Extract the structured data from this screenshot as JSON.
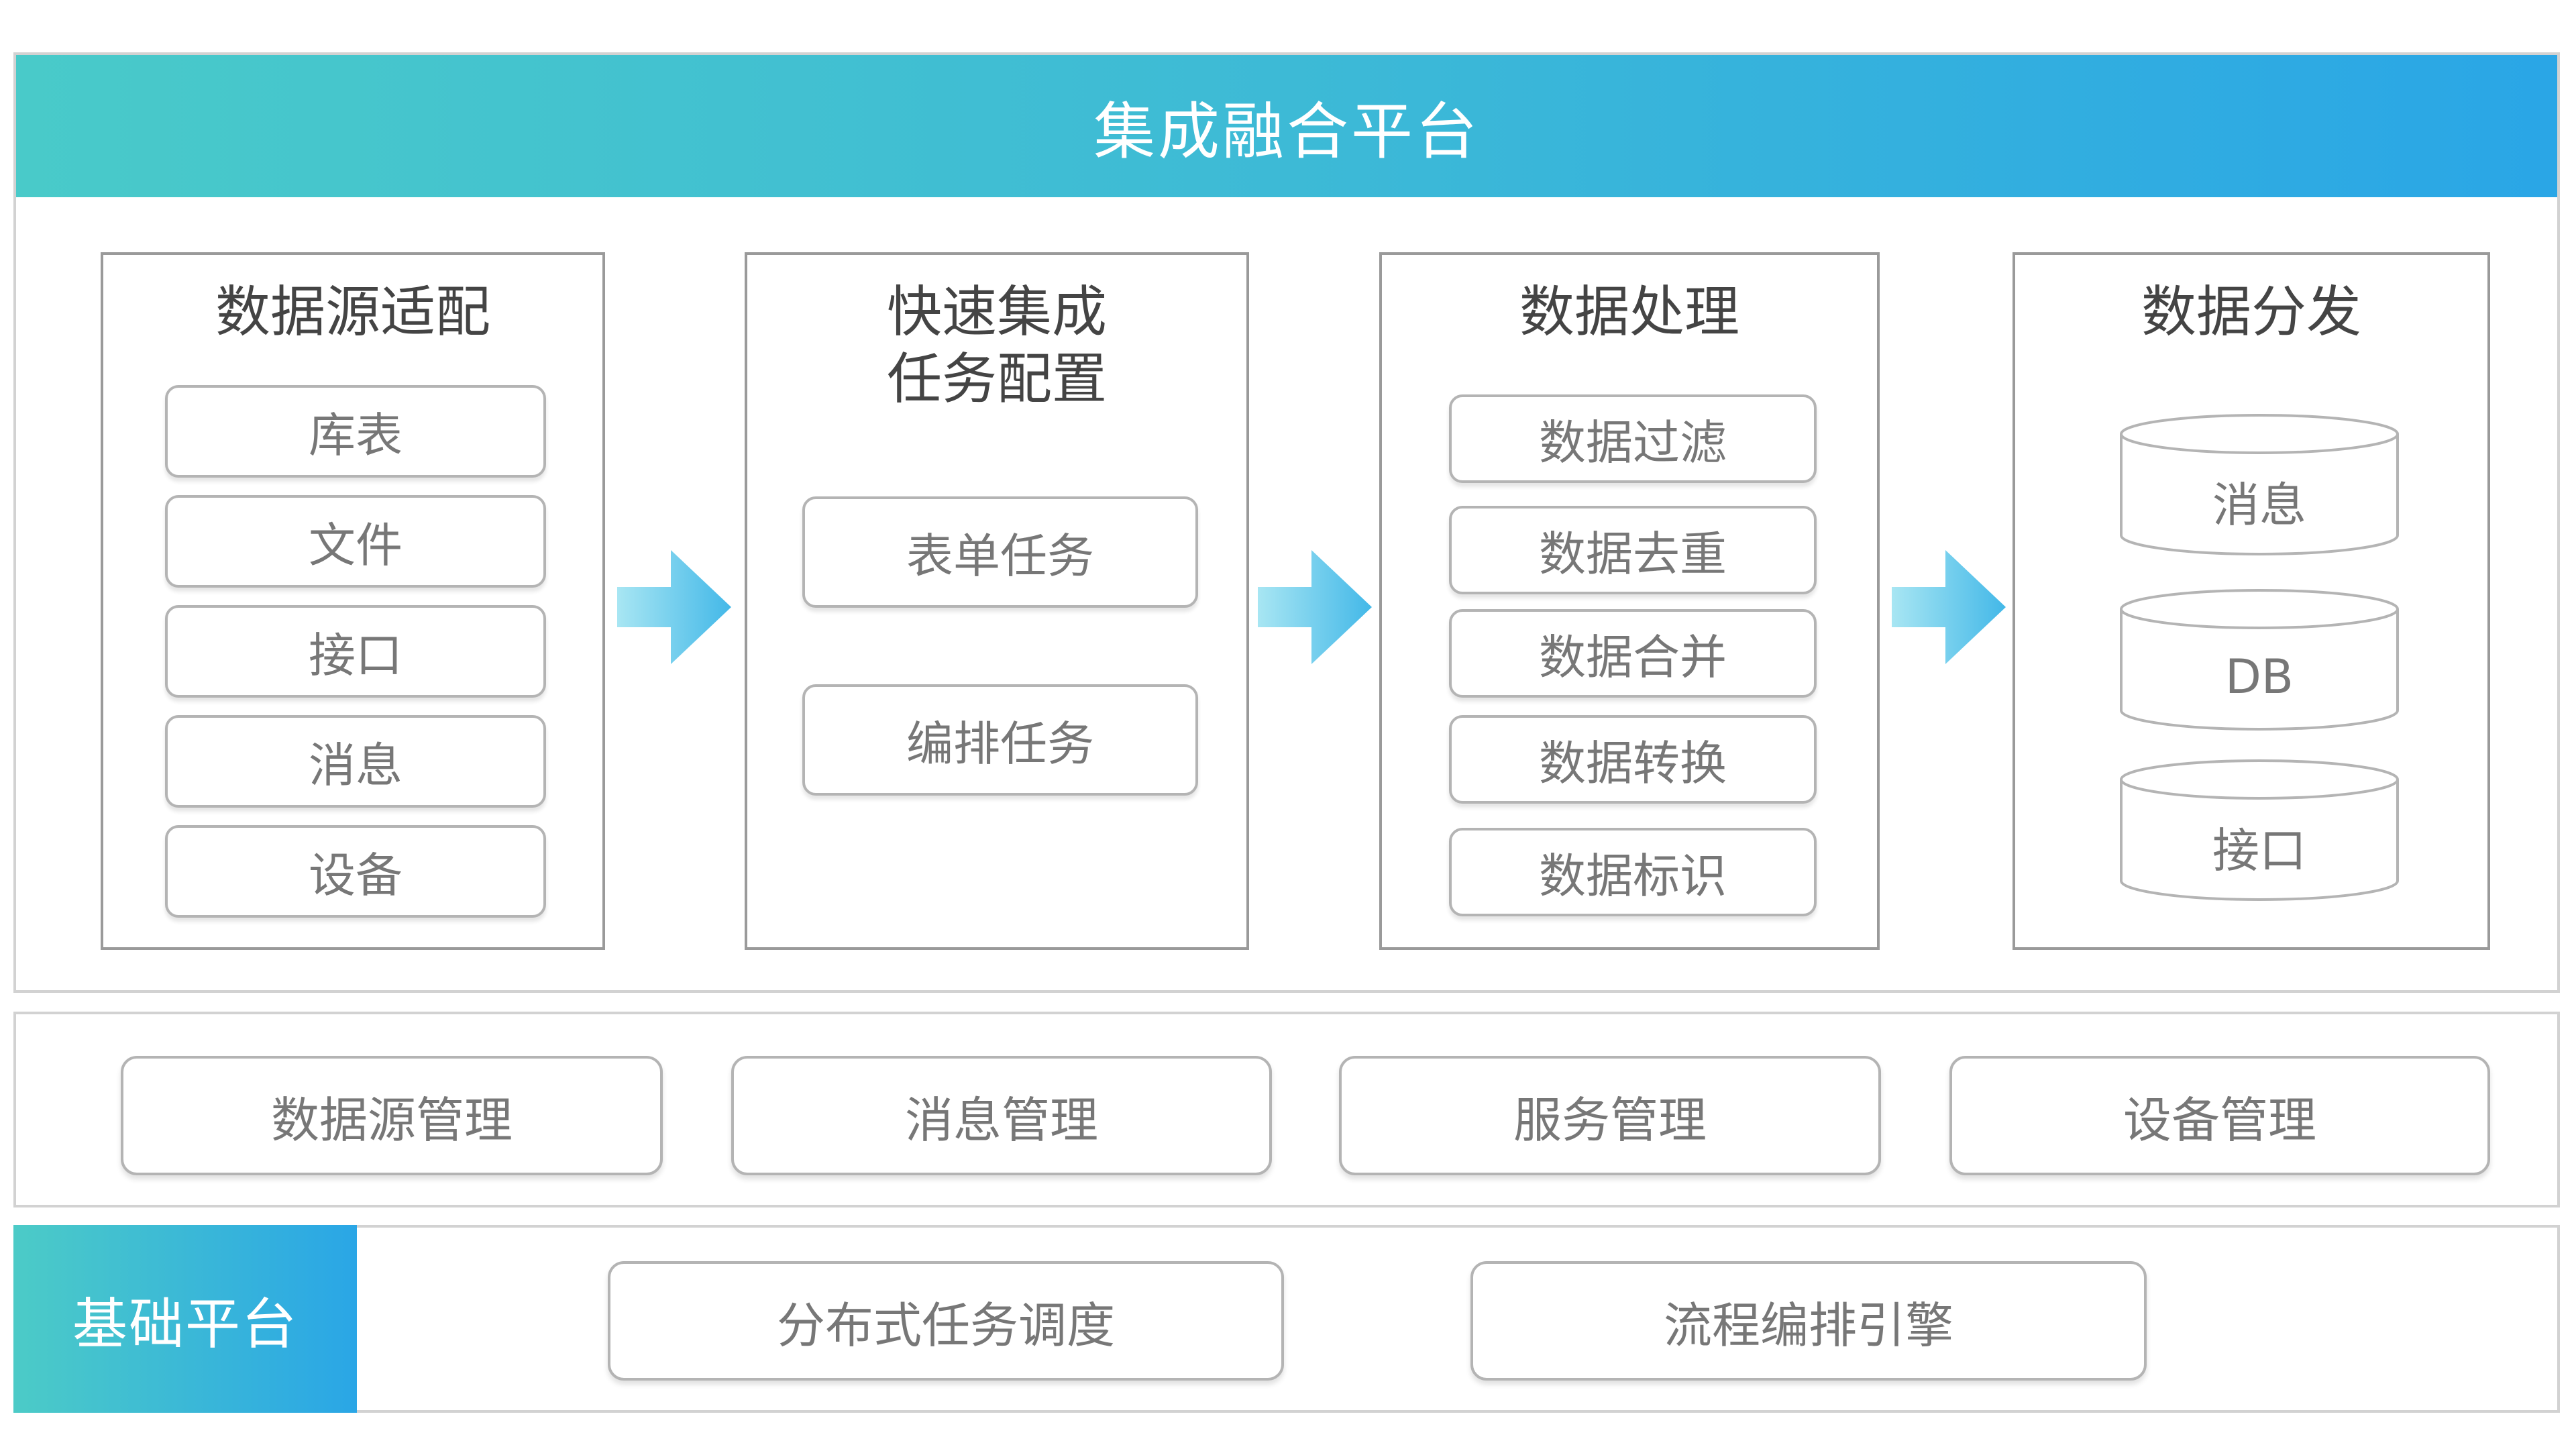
{
  "header": {
    "title": "集成融合平台"
  },
  "columns": [
    {
      "title": "数据源适配",
      "items": [
        "库表",
        "文件",
        "接口",
        "消息",
        "设备"
      ]
    },
    {
      "title": "快速集成\n任务配置",
      "items": [
        "表单任务",
        "编排任务"
      ]
    },
    {
      "title": "数据处理",
      "items": [
        "数据过滤",
        "数据去重",
        "数据合并",
        "数据转换",
        "数据标识"
      ]
    },
    {
      "title": "数据分发",
      "items": [
        "消息",
        "DB",
        "接口"
      ]
    }
  ],
  "management": {
    "items": [
      "数据源管理",
      "消息管理",
      "服务管理",
      "设备管理"
    ]
  },
  "base": {
    "label": "基础平台",
    "items": [
      "分布式任务调度",
      "流程编排引擎"
    ]
  },
  "colors": {
    "accent_start": "#49cac9",
    "accent_end": "#2aa6e6",
    "arrow": "#5fc6ea"
  },
  "icons": {
    "flow_arrow": "arrow-right-icon",
    "storage": "database-cylinder-icon"
  }
}
